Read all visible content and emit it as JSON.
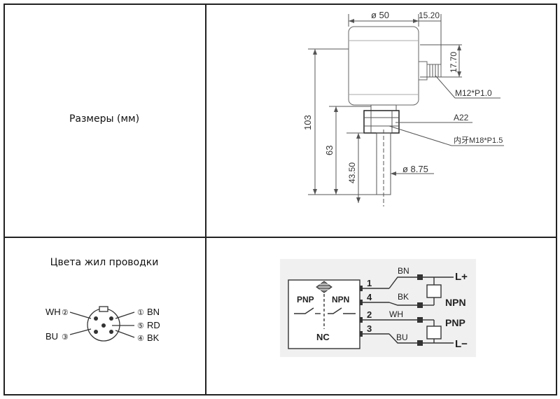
{
  "dimensions_cell": {
    "label": "Размеры (мм)"
  },
  "drawing": {
    "dim_diameter_body": "ø 50",
    "dim_connector_width": "15.20",
    "dim_connector_height": "17.70",
    "dim_connector_thread": "M12*P1.0",
    "dim_total_height": "103",
    "dim_body_to_tip": "63",
    "dim_probe_length": "43.50",
    "dim_hex": "A22",
    "dim_thread": "内牙M18*P1.5",
    "dim_probe_diameter": "ø 8.75"
  },
  "wiring_cell": {
    "label": "Цвета жил проводки",
    "pins": [
      {
        "num": "②",
        "color": "WH"
      },
      {
        "num": "①",
        "color": "BN"
      },
      {
        "num": "⑤",
        "color": "RD"
      },
      {
        "num": "③",
        "color": "BU"
      },
      {
        "num": "④",
        "color": "BK"
      }
    ]
  },
  "circuit": {
    "pnp_label": "PNP",
    "npn_label": "NPN",
    "nc_label": "NC",
    "terminal_1": "1",
    "terminal_4": "4",
    "terminal_2": "2",
    "terminal_3": "3",
    "wire_bn": "BN",
    "wire_bk": "BK",
    "wire_wh": "WH",
    "wire_bu": "BU",
    "out_lplus": "L+",
    "out_npn": "NPN",
    "out_pnp": "PNP",
    "out_lminus": "L−"
  }
}
